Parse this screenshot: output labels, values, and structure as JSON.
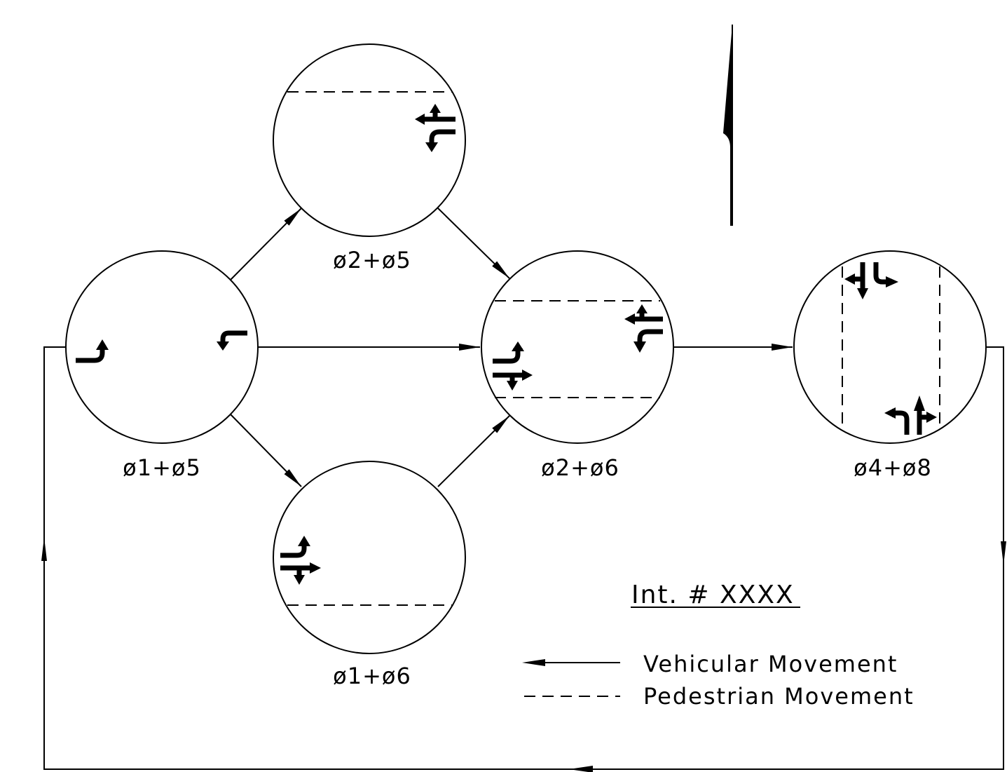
{
  "phases": {
    "p15": {
      "label": "ø1+ø5"
    },
    "p25": {
      "label": "ø2+ø5"
    },
    "p26": {
      "label": "ø2+ø6"
    },
    "p16": {
      "label": "ø1+ø6"
    },
    "p48": {
      "label": "ø4+ø8"
    }
  },
  "intersection": {
    "title": "Int. # XXXX"
  },
  "legend": {
    "vehicular": "Vehicular Movement",
    "pedestrian": "Pedestrian Movement"
  },
  "icons": {
    "north_arrow": "north-arrow-icon",
    "movement_arrow": "movement-arrow-icon"
  },
  "colors": {
    "line": "#000000",
    "background": "#ffffff"
  }
}
